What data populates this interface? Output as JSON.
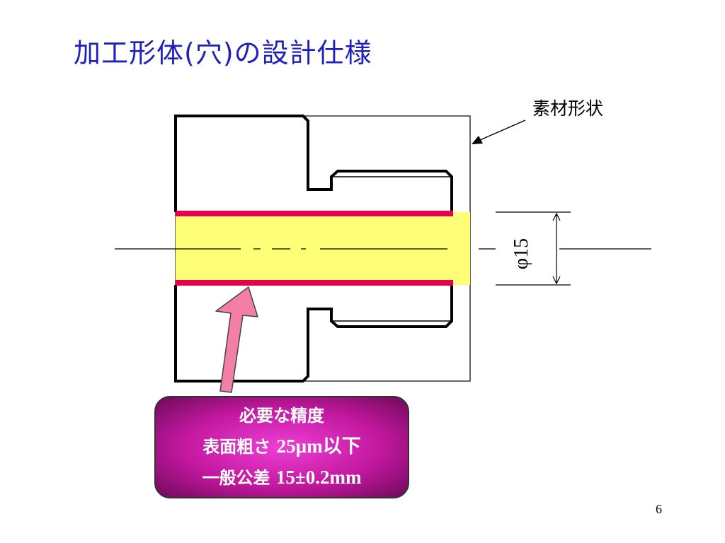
{
  "title": "加工形体(穴)の設計仕様",
  "labels": {
    "stock_shape": "素材形状",
    "diameter": "φ15"
  },
  "spec": {
    "line1": "必要な精度",
    "line2_prefix": "表面粗さ",
    "line2_value": "25µm以下",
    "line3_prefix": "一般公差",
    "line3_value": "15±0.2mm"
  },
  "page_number": "6",
  "colors": {
    "title": "#1f1fbf",
    "hole_fill": "#ffff77",
    "hole_wall": "#e8004e",
    "arrow_fill": "#f37fa8",
    "spec_box": "#c3189f"
  }
}
